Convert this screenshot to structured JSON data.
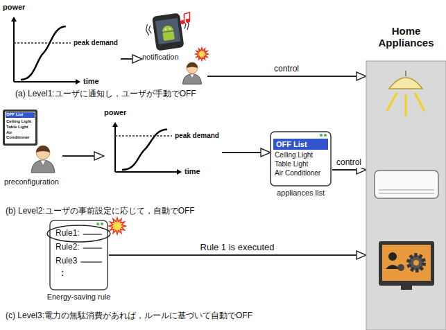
{
  "diagram": {
    "nodes": [
      {
        "text": [
          "power",
          "peak demand",
          "time"
        ]
      },
      {
        "text": [
          "notification"
        ]
      },
      {
        "text": [
          "Home Appliances"
        ]
      },
      {
        "text": [
          "OFF List",
          "Ceiling Light",
          "Table Light",
          "Air Conditioner"
        ]
      },
      {
        "text": [
          "power",
          "peak demand",
          "time"
        ]
      },
      {
        "text": [
          "OFF List",
          "Ceiling Light",
          "Table Light",
          "Air Conditioner",
          "appliances list"
        ]
      },
      {
        "text": [
          "Rule1:",
          "Rule2:",
          "Rule3",
          ":",
          "Energy-saving rule"
        ]
      }
    ],
    "edges": [
      {
        "from": 0,
        "to": 1,
        "arrow": "to"
      },
      {
        "from": 1,
        "to": 2,
        "label": "control",
        "arrow": "to"
      },
      {
        "from": 3,
        "to": 4,
        "arrow": "to"
      },
      {
        "from": 4,
        "to": 5,
        "arrow": "to"
      },
      {
        "from": 5,
        "to": 2,
        "label": "control",
        "arrow": "to"
      },
      {
        "from": 6,
        "to": 2,
        "label": "Rule 1 is executed",
        "arrow": "to"
      }
    ],
    "labels": [
      "(a) Level1:ユーザに通知し，ユーザが手動でOFF",
      "preconfiguration",
      "(b) Level2:ユーザの事前設定に応じて，自動でOFF",
      "(c) Level3:電力の無駄消費があれば，ルールに基づいて自動でOFF"
    ]
  }
}
